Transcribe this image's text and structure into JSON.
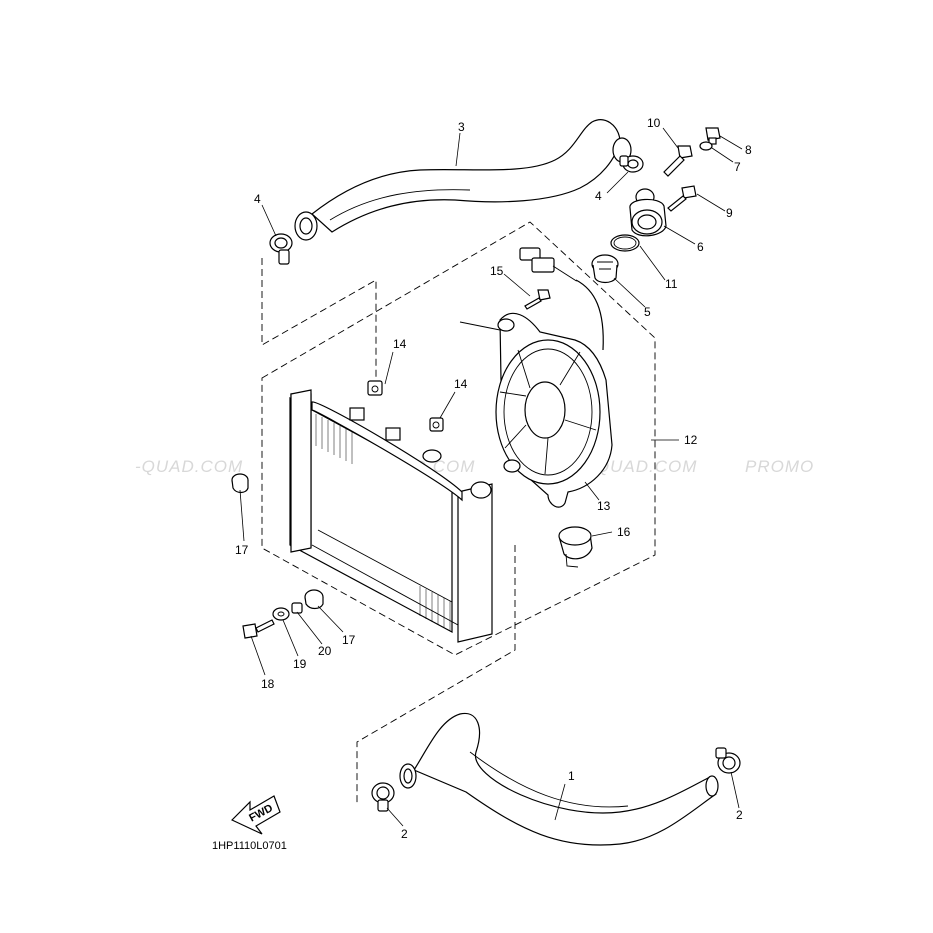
{
  "diagram": {
    "callouts": {
      "c1": "1",
      "c2a": "2",
      "c2b": "2",
      "c3": "3",
      "c4a": "4",
      "c4b": "4",
      "c5": "5",
      "c6": "6",
      "c7": "7",
      "c8": "8",
      "c9": "9",
      "c10": "10",
      "c11": "11",
      "c12": "12",
      "c13": "13",
      "c14a": "14",
      "c14b": "14",
      "c15": "15",
      "c16": "16",
      "c17a": "17",
      "c17b": "17",
      "c18": "18",
      "c19": "19",
      "c20": "20"
    },
    "fwd_label": "FWD",
    "drawing_code": "1HP1110L0701",
    "watermarks": [
      "-QUAD.COM",
      "PROMO-QUAD.COM",
      "PROMO-QUAD.COM",
      "PROMO"
    ]
  }
}
